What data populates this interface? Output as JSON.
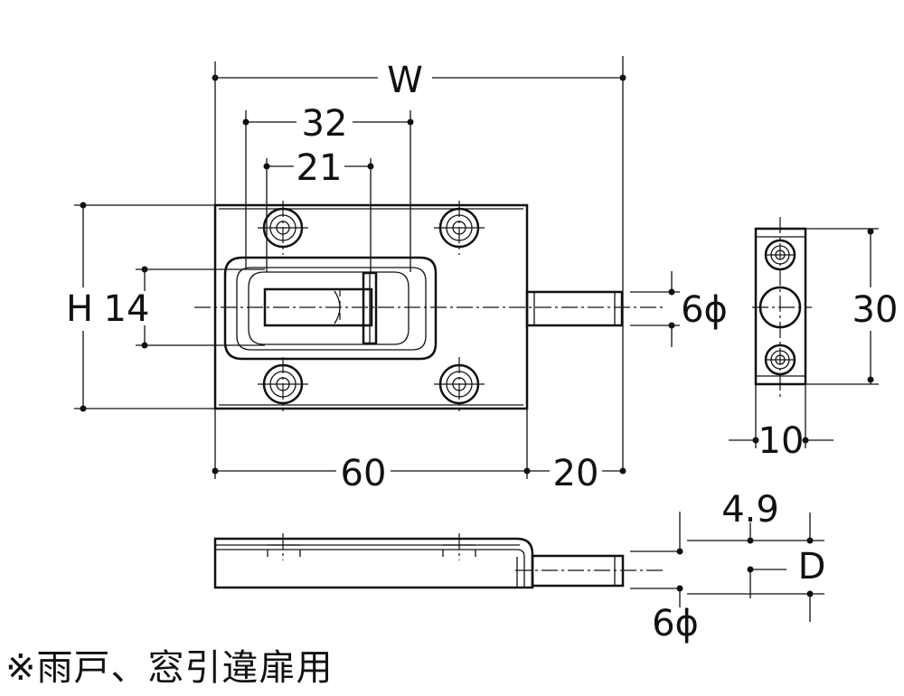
{
  "dimensions": {
    "W": "W",
    "d32": "32",
    "d21": "21",
    "H": "H",
    "d14": "14",
    "pin_dia_top": "6ϕ",
    "d30": "30",
    "d10": "10",
    "d60": "60",
    "d20": "20",
    "d4_9": "4.9",
    "D": "D",
    "pin_dia_side": "6ϕ"
  },
  "note": "※雨戸、窓引違扉用"
}
